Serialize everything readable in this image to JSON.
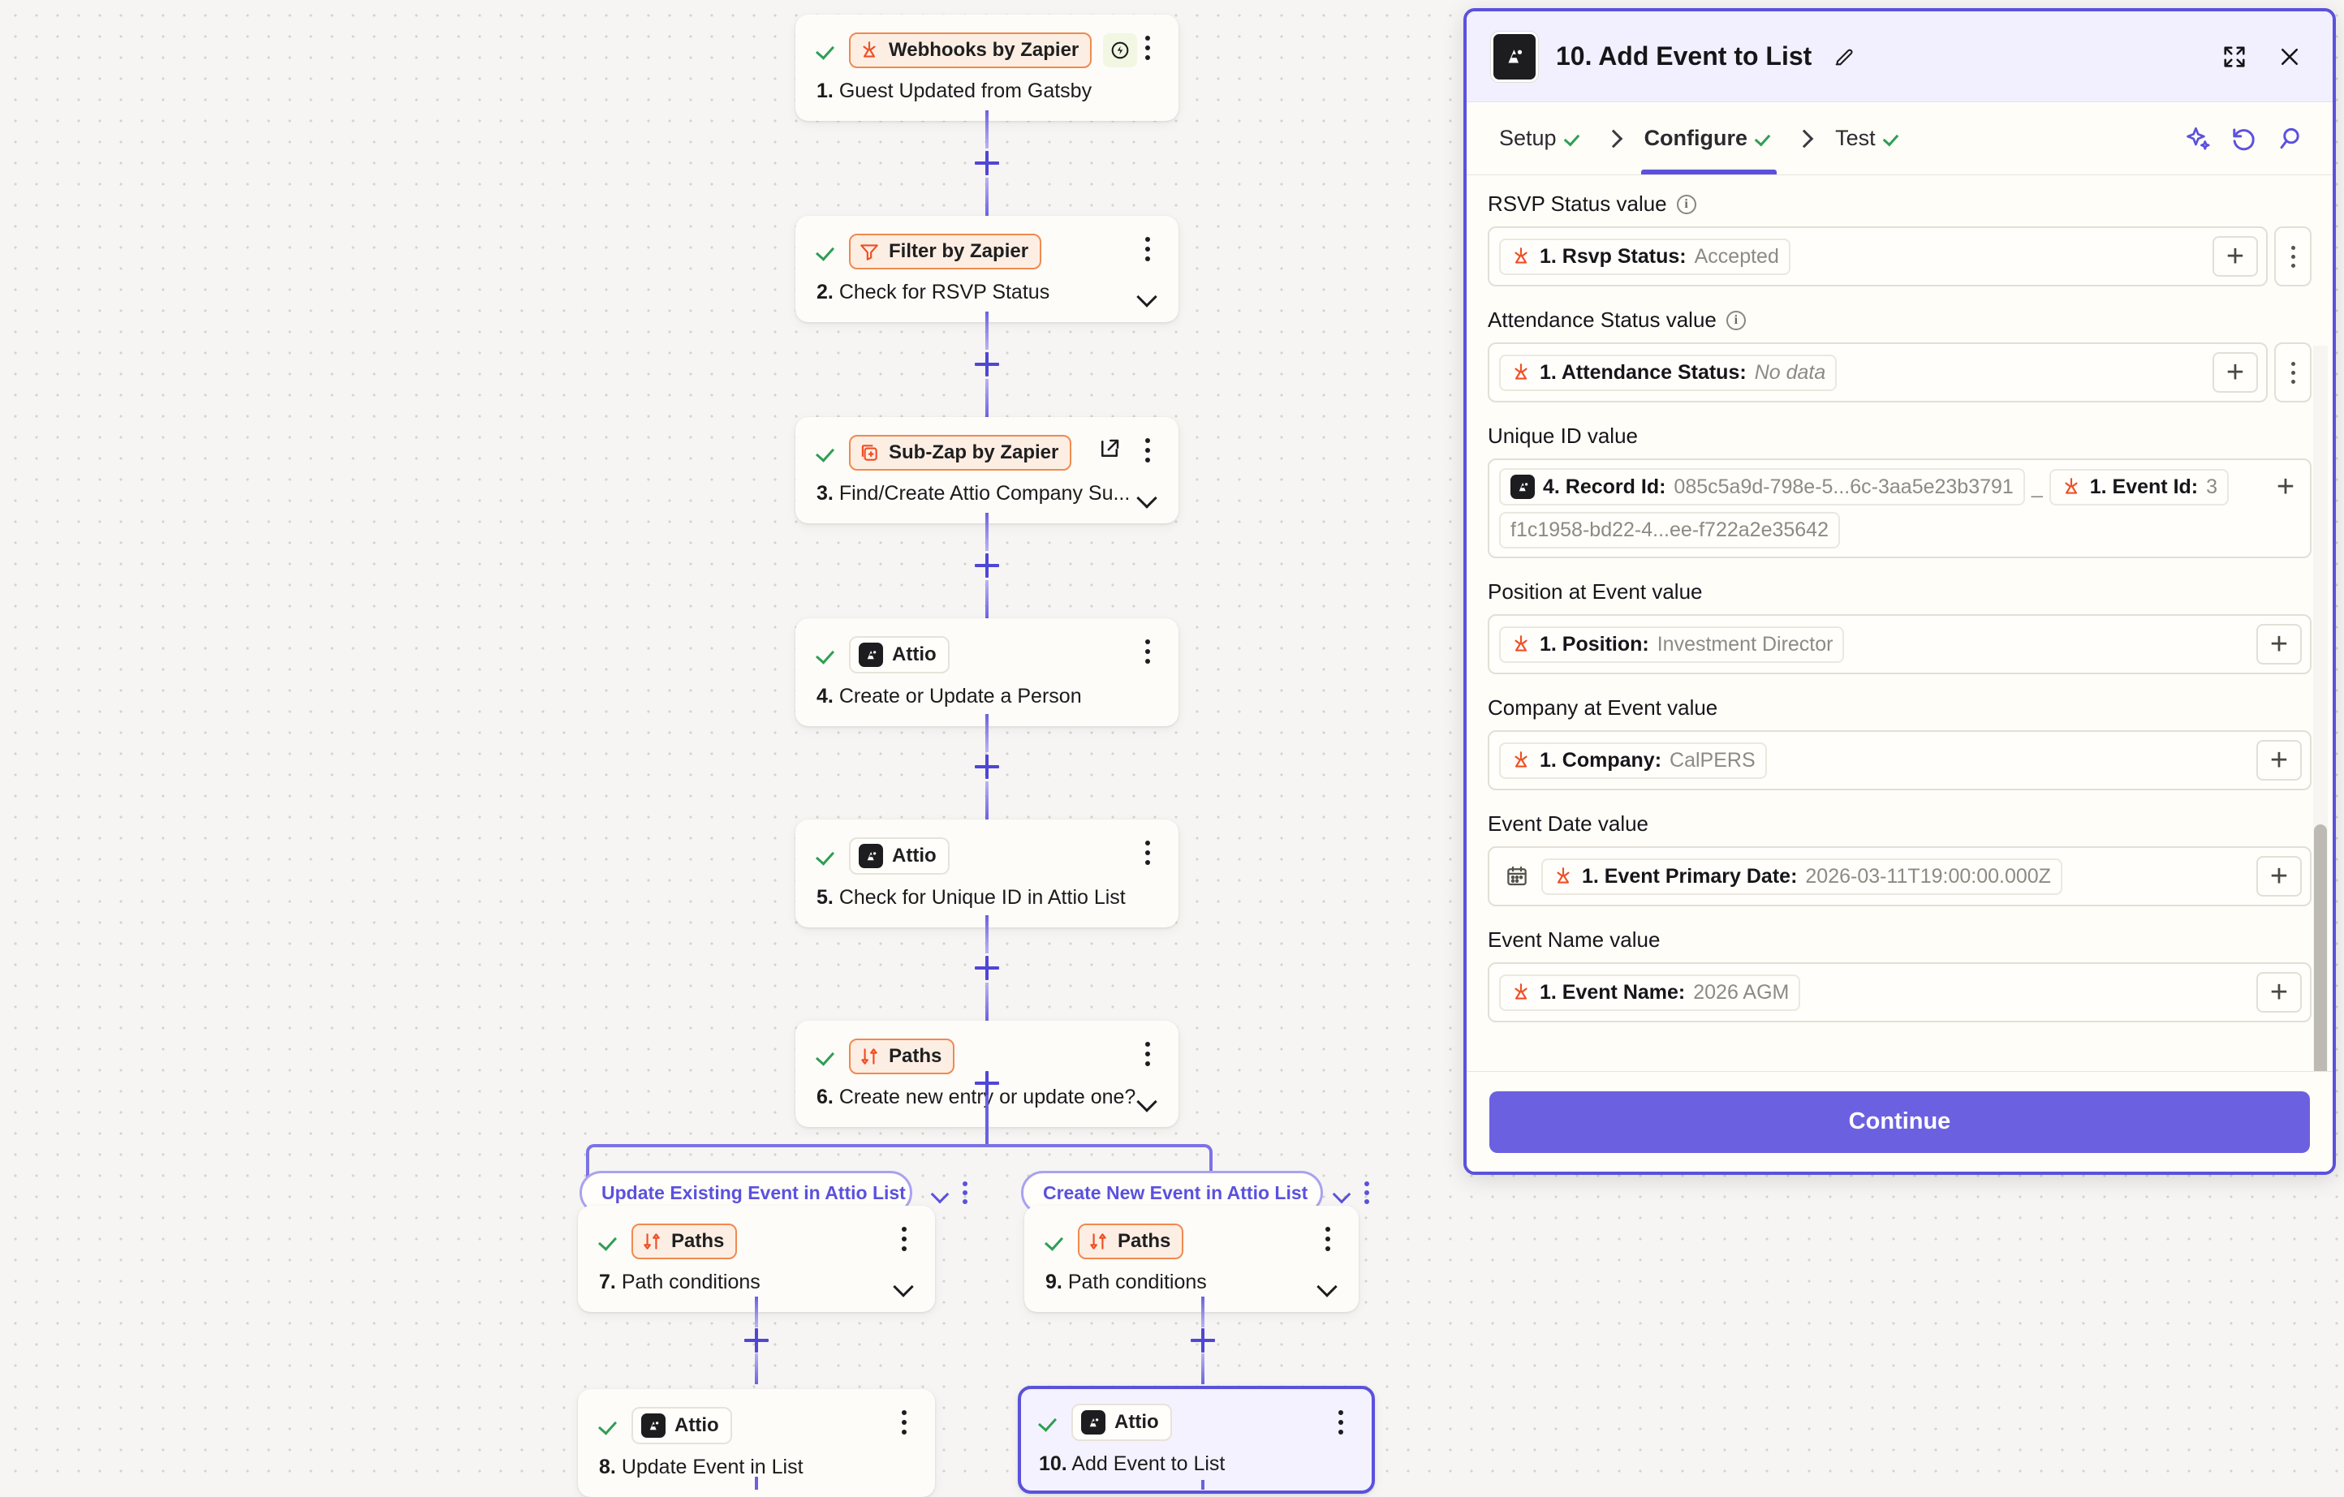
{
  "canvas": {
    "nodes": [
      {
        "id": "n1",
        "check": true,
        "chip": {
          "label": "Webhooks by Zapier",
          "style": "zapier",
          "icon": "zapier-logo-icon"
        },
        "badge": "instant-bolt-icon",
        "num": "1.",
        "title": "Guest Updated from Gatsby",
        "menu": "kebab-menu-icon",
        "chevron": false,
        "external": false,
        "selected": false
      },
      {
        "id": "n2",
        "check": true,
        "chip": {
          "label": "Filter by Zapier",
          "style": "zapier",
          "icon": "filter-icon"
        },
        "num": "2.",
        "title": "Check for RSVP Status",
        "menu": "kebab-menu-icon",
        "chevron": true,
        "external": false,
        "selected": false
      },
      {
        "id": "n3",
        "check": true,
        "chip": {
          "label": "Sub-Zap by Zapier",
          "style": "zapier",
          "icon": "subzap-icon"
        },
        "num": "3.",
        "title": "Find/Create Attio Company Su...",
        "menu": "kebab-menu-icon",
        "chevron": true,
        "external": true,
        "selected": false
      },
      {
        "id": "n4",
        "check": true,
        "chip": {
          "label": "Attio",
          "style": "neutral",
          "icon": "attio-logo-icon"
        },
        "num": "4.",
        "title": "Create or Update a Person",
        "menu": "kebab-menu-icon",
        "chevron": false,
        "external": false,
        "selected": false
      },
      {
        "id": "n5",
        "check": true,
        "chip": {
          "label": "Attio",
          "style": "neutral",
          "icon": "attio-logo-icon"
        },
        "num": "5.",
        "title": "Check for Unique ID in Attio List",
        "menu": "kebab-menu-icon",
        "chevron": false,
        "external": false,
        "selected": false
      },
      {
        "id": "n6",
        "check": true,
        "chip": {
          "label": "Paths",
          "style": "zapier",
          "icon": "paths-icon"
        },
        "num": "6.",
        "title": "Create new entry or update one?",
        "menu": "kebab-menu-icon",
        "chevron": true,
        "external": false,
        "selected": false
      },
      {
        "id": "n7",
        "check": true,
        "chip": {
          "label": "Paths",
          "style": "zapier",
          "icon": "paths-icon"
        },
        "num": "7.",
        "title": "Path conditions",
        "menu": "kebab-menu-icon",
        "chevron": true,
        "external": false,
        "selected": false
      },
      {
        "id": "n9",
        "check": true,
        "chip": {
          "label": "Paths",
          "style": "zapier",
          "icon": "paths-icon"
        },
        "num": "9.",
        "title": "Path conditions",
        "menu": "kebab-menu-icon",
        "chevron": true,
        "external": false,
        "selected": false
      },
      {
        "id": "n8",
        "check": true,
        "chip": {
          "label": "Attio",
          "style": "neutral",
          "icon": "attio-logo-icon"
        },
        "num": "8.",
        "title": "Update Event in List",
        "menu": "kebab-menu-icon",
        "chevron": false,
        "external": false,
        "selected": false
      },
      {
        "id": "n10",
        "check": true,
        "chip": {
          "label": "Attio",
          "style": "neutral",
          "icon": "attio-logo-icon"
        },
        "num": "10.",
        "title": "Add Event to List",
        "menu": "kebab-menu-icon",
        "chevron": false,
        "external": false,
        "selected": true
      }
    ],
    "branches": [
      {
        "id": "bLeft",
        "label": "Update Existing Event in Attio List"
      },
      {
        "id": "bRight",
        "label": "Create New Event in Attio List"
      }
    ],
    "add_step_tooltip": "add-step-plus-icon"
  },
  "panel": {
    "app_icon": "attio-logo-icon",
    "title": "10. Add Event to List",
    "edit_icon": "pencil-edit-icon",
    "expand_icon": "expand-fullscreen-icon",
    "close_icon": "close-x-icon",
    "tabs": [
      {
        "id": "setup",
        "label": "Setup",
        "checked": true,
        "active": false
      },
      {
        "id": "configure",
        "label": "Configure",
        "checked": true,
        "active": true
      },
      {
        "id": "test",
        "label": "Test",
        "checked": true,
        "active": false
      }
    ],
    "tab_actions": [
      {
        "id": "ai",
        "icon": "ai-sparkle-icon"
      },
      {
        "id": "revert",
        "icon": "undo-history-icon"
      },
      {
        "id": "search",
        "icon": "search-magnifier-icon"
      }
    ],
    "fields": [
      {
        "id": "rsvp_status",
        "label": "RSVP Status value",
        "info": true,
        "more": true,
        "plus_style": "boxed",
        "tokens": [
          {
            "icon": "zapier-logo-icon",
            "key": "1. Rsvp Status:",
            "value": "Accepted",
            "nodata": false
          }
        ]
      },
      {
        "id": "attendance_status",
        "label": "Attendance Status value",
        "info": true,
        "more": true,
        "plus_style": "boxed",
        "tokens": [
          {
            "icon": "zapier-logo-icon",
            "key": "1. Attendance Status:",
            "value": "No data",
            "nodata": true
          }
        ]
      },
      {
        "id": "unique_id",
        "label": "Unique ID value",
        "info": false,
        "more": false,
        "plus_style": "inline",
        "separator": "_",
        "tokens": [
          {
            "icon": "attio-logo-icon",
            "key": "4. Record Id:",
            "value": "085c5a9d-798e-5...6c-3aa5e23b3791",
            "nodata": false
          },
          {
            "icon": "zapier-logo-icon",
            "key": "1. Event Id:",
            "value": "3",
            "nodata": false
          },
          {
            "icon": "none",
            "key": "",
            "value": "f1c1958-bd22-4...ee-f722a2e35642",
            "nodata": false
          }
        ]
      },
      {
        "id": "position_at_event",
        "label": "Position at Event value",
        "info": false,
        "more": false,
        "plus_style": "boxed",
        "tokens": [
          {
            "icon": "zapier-logo-icon",
            "key": "1. Position:",
            "value": "Investment Director",
            "nodata": false
          }
        ]
      },
      {
        "id": "company_at_event",
        "label": "Company at Event value",
        "info": false,
        "more": false,
        "plus_style": "boxed",
        "tokens": [
          {
            "icon": "zapier-logo-icon",
            "key": "1. Company:",
            "value": "CalPERS",
            "nodata": false
          }
        ]
      },
      {
        "id": "event_date",
        "label": "Event Date value",
        "info": false,
        "more": false,
        "plus_style": "boxed",
        "leading_icon": "calendar-icon",
        "tokens": [
          {
            "icon": "zapier-logo-icon",
            "key": "1. Event Primary Date:",
            "value": "2026-03-11T19:00:00.000Z",
            "nodata": false
          }
        ]
      },
      {
        "id": "event_name",
        "label": "Event Name value",
        "info": false,
        "more": false,
        "plus_style": "boxed",
        "tokens": [
          {
            "icon": "zapier-logo-icon",
            "key": "1. Event Name:",
            "value": "2026 AGM",
            "nodata": false
          }
        ]
      }
    ],
    "continue_label": "Continue"
  },
  "colors": {
    "accent": "#5b51dd",
    "accent_button": "#6b61e0",
    "zapier_orange": "#f08a4e",
    "check_green": "#2e9e54",
    "canvas_bg": "#f6f5f3",
    "panel_bg": "#fffdf8",
    "panel_head_bg": "#f2f0fe"
  }
}
